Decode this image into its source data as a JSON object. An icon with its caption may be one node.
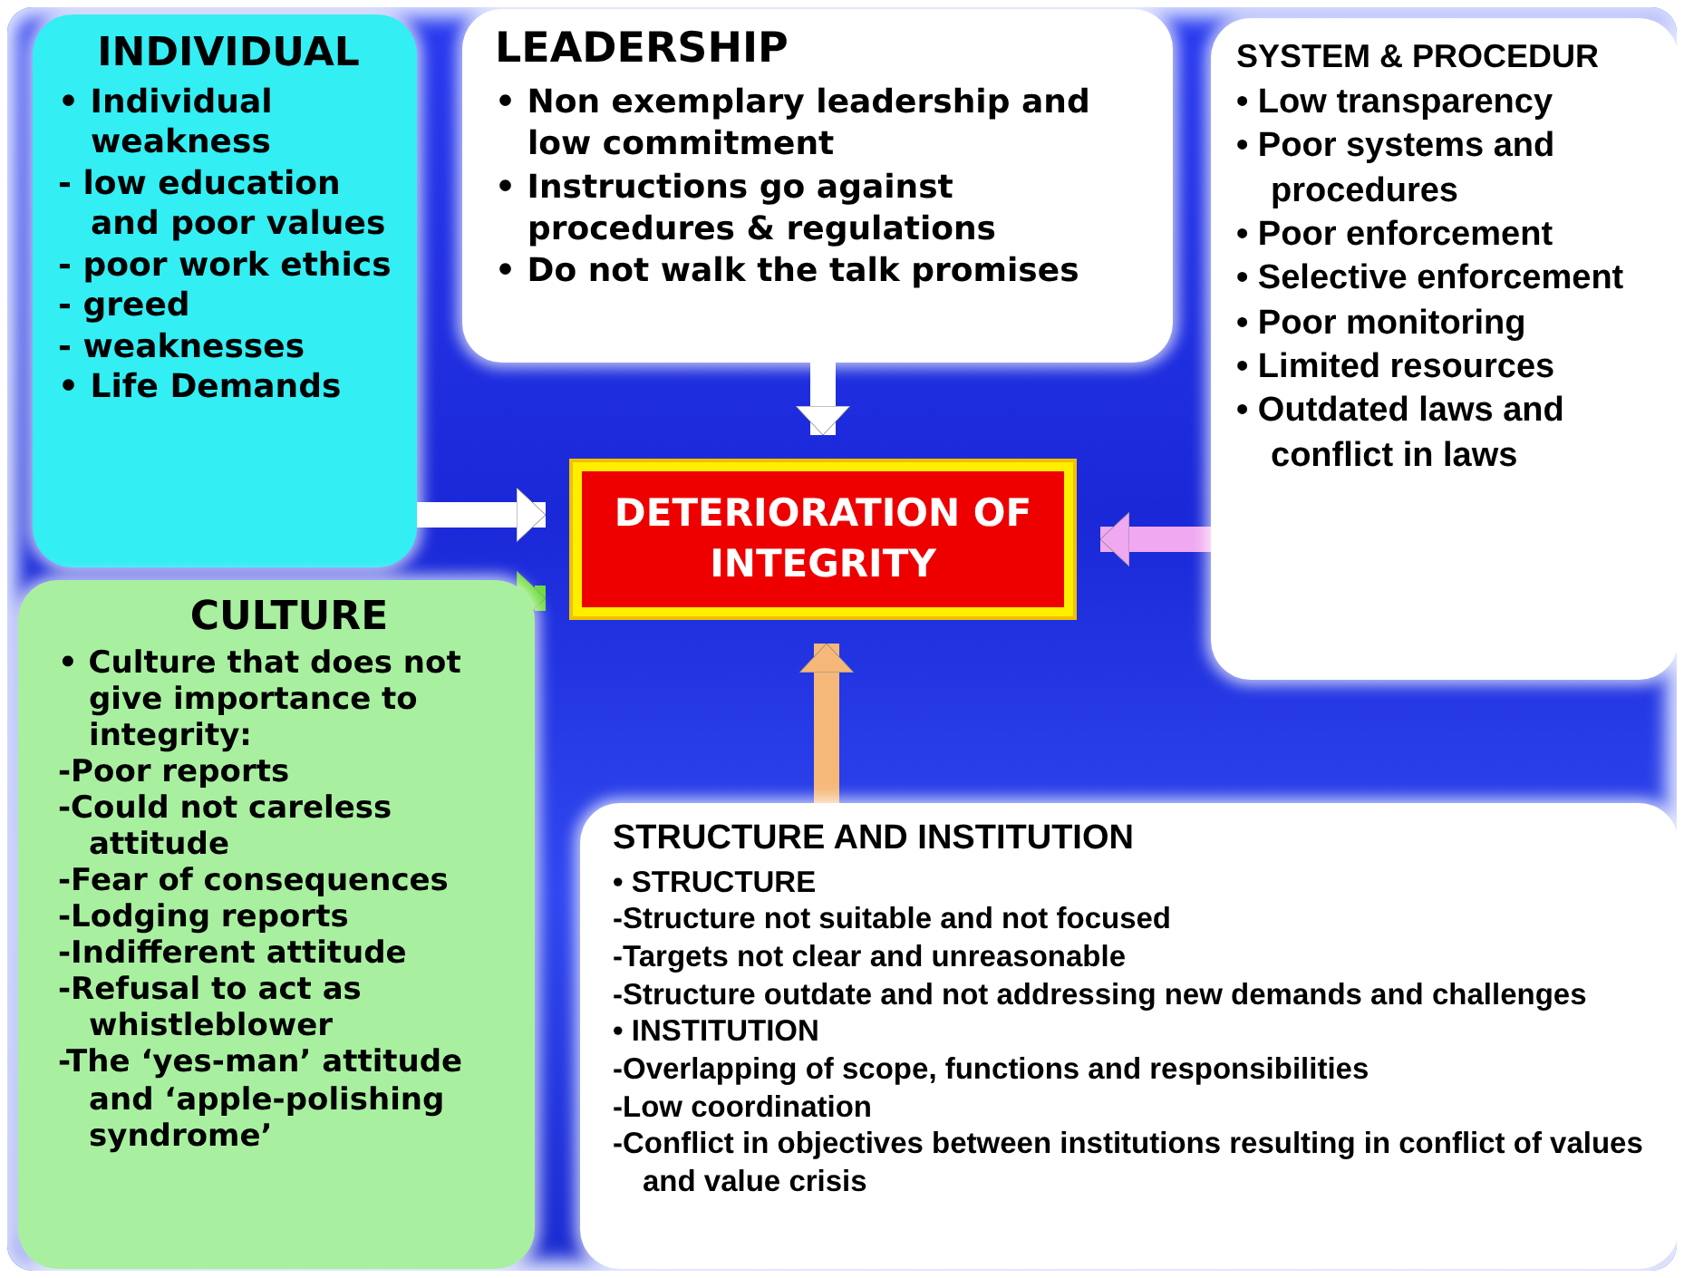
{
  "diagram": {
    "nodes": [
      {
        "text": [
          "INDIVIDUAL",
          "• Individual weakness",
          "- low education and poor values",
          "- poor work ethics",
          "- greed",
          "- weaknesses",
          "• Life Demands"
        ]
      },
      {
        "text": [
          "LEADERSHIP",
          "• Non exemplary leadership and low commitment",
          "• Instructions go against procedures & regulations",
          "• Do not walk the talk promises"
        ]
      },
      {
        "text": [
          "SYSTEM & PROCEDUR",
          "• Low transparency",
          "• Poor systems and procedures",
          "• Poor enforcement",
          "• Selective enforcement",
          "• Poor monitoring",
          "• Limited resources",
          "• Outdated laws and conflict in laws"
        ]
      },
      {
        "text": [
          "DETERIORATION OF INTEGRITY"
        ]
      },
      {
        "text": [
          "CULTURE",
          "• Culture that does not give importance to integrity:",
          "-Poor reports",
          "-Could not careless attitude",
          "-Fear of consequences",
          "-Lodging reports",
          "-Indifferent attitude",
          "-Refusal to act as whistleblower",
          "-The ‘yes-man’ attitude and ‘apple-polishing syndrome’"
        ]
      },
      {
        "text": [
          "STRUCTURE AND INSTITUTION",
          "• STRUCTURE",
          "-Structure not suitable and not focused",
          "-Targets not clear and unreasonable",
          "-Structure outdate and not addressing new demands and challenges",
          "• INSTITUTION",
          "-Overlapping of scope, functions and responsibilities",
          "-Low coordination",
          "-Conflict in objectives between institutions resulting in conflict of values and value crisis"
        ]
      }
    ],
    "edges": [
      {
        "from": 0,
        "to": 3,
        "arrow": "to",
        "color": "#ffffff"
      },
      {
        "from": 1,
        "to": 3,
        "arrow": "to",
        "color": "#ffffff"
      },
      {
        "from": 2,
        "to": 3,
        "arrow": "to",
        "color": "#f0a8f0"
      },
      {
        "from": 4,
        "to": 3,
        "arrow": "to",
        "color": "#66dd33"
      },
      {
        "from": 5,
        "to": 3,
        "arrow": "to",
        "color": "#f5b878"
      }
    ]
  }
}
